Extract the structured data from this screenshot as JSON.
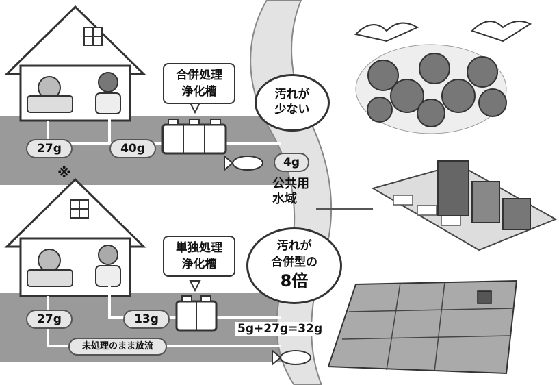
{
  "top_system": {
    "tank_label_line1": "合併処理",
    "tank_label_line2": "浄化槽",
    "bath_load": "27g",
    "toilet_load": "40g",
    "outflow_load": "4g",
    "bubble_line1": "汚れが",
    "bubble_line2": "少ない"
  },
  "note_mark": "※",
  "waterbody_label": "公共用水域",
  "bottom_system": {
    "tank_label_line1": "単独処理",
    "tank_label_line2": "浄化槽",
    "bath_load": "27g",
    "toilet_load": "13g",
    "untreated_label": "未処理のまま放流",
    "total_formula": "5g+27g=32g",
    "bubble_line1": "汚れが",
    "bubble_line2": "合併型の",
    "bubble_line3": "8倍"
  },
  "colors": {
    "ground": "#9a9a9a",
    "water": "#e3e3e3",
    "outline": "#333333",
    "pill": "#e6e6e6"
  }
}
